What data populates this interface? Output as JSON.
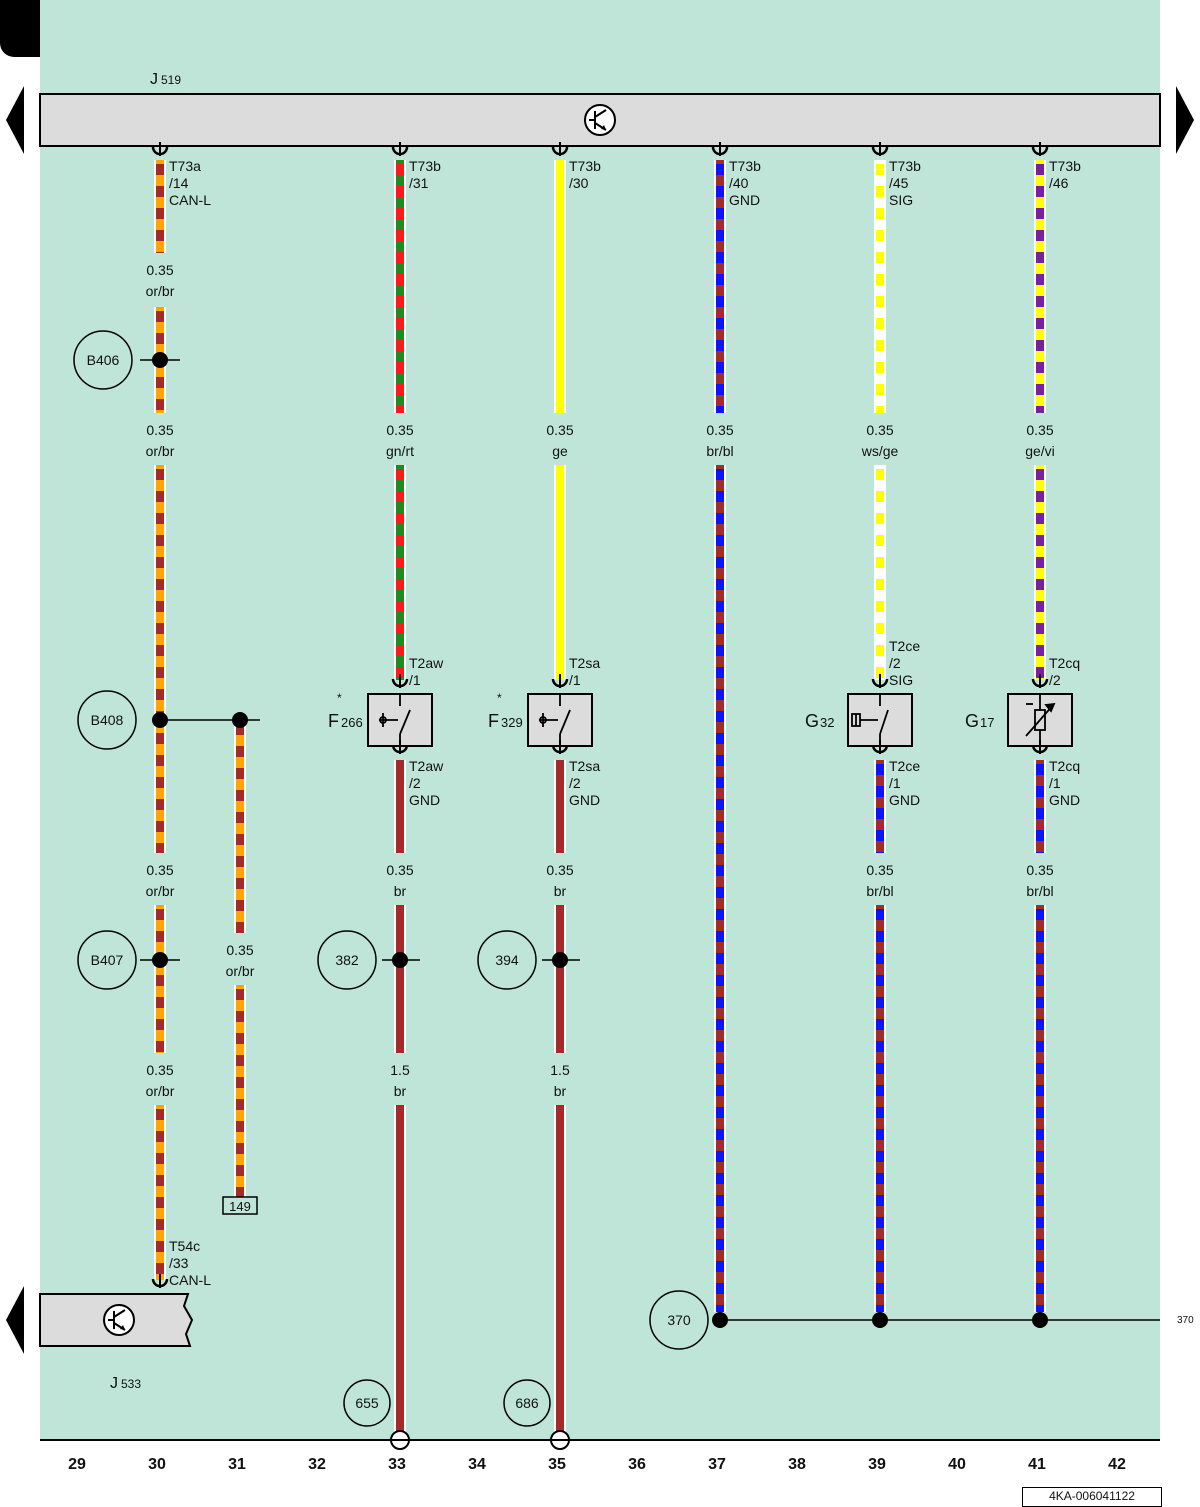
{
  "colors": {
    "background": "#bfe5d8",
    "ecu_fill": "#dcdcdc",
    "or": "#ffa500",
    "br": "#a52a2a",
    "gn": "#1f8a1f",
    "rt": "#ff1a1a",
    "ge": "#ffff00",
    "bl": "#0a14ff",
    "ws": "#ffffff",
    "vi": "#7b1fa2"
  },
  "modules": {
    "j519": {
      "label": "J",
      "sub": "519",
      "icon": "transistor-icon"
    },
    "j533": {
      "label": "J",
      "sub": "533",
      "icon": "transistor-icon"
    }
  },
  "pins": [
    {
      "id": "t73a-14",
      "lines": [
        "T73a",
        "/14",
        "CAN-L"
      ]
    },
    {
      "id": "t73b-31",
      "lines": [
        "T73b",
        "/31"
      ]
    },
    {
      "id": "t73b-30",
      "lines": [
        "T73b",
        "/30"
      ]
    },
    {
      "id": "t73b-40",
      "lines": [
        "T73b",
        "/40",
        "GND"
      ]
    },
    {
      "id": "t73b-45",
      "lines": [
        "T73b",
        "/45",
        "SIG"
      ]
    },
    {
      "id": "t73b-46",
      "lines": [
        "T73b",
        "/46"
      ]
    },
    {
      "id": "t2aw-1",
      "lines": [
        "T2aw",
        "/1"
      ]
    },
    {
      "id": "t2aw-2",
      "lines": [
        "T2aw",
        "/2",
        "GND"
      ]
    },
    {
      "id": "t2sa-1",
      "lines": [
        "T2sa",
        "/1"
      ]
    },
    {
      "id": "t2sa-2",
      "lines": [
        "T2sa",
        "/2",
        "GND"
      ]
    },
    {
      "id": "t2ce-2",
      "lines": [
        "T2ce",
        "/2",
        "SIG"
      ]
    },
    {
      "id": "t2ce-1",
      "lines": [
        "T2ce",
        "/1",
        "GND"
      ]
    },
    {
      "id": "t2cq-2",
      "lines": [
        "T2cq",
        "/2"
      ]
    },
    {
      "id": "t2cq-1",
      "lines": [
        "T2cq",
        "/1",
        "GND"
      ]
    },
    {
      "id": "t54c-33",
      "lines": [
        "T54c",
        "/33",
        "CAN-L"
      ]
    }
  ],
  "wire_labels": [
    {
      "id": "w30a",
      "size": "0.35",
      "color": "or/br"
    },
    {
      "id": "w30b",
      "size": "0.35",
      "color": "or/br"
    },
    {
      "id": "w30c",
      "size": "0.35",
      "color": "or/br"
    },
    {
      "id": "w30d",
      "size": "0.35",
      "color": "or/br"
    },
    {
      "id": "w31",
      "size": "0.35",
      "color": "or/br"
    },
    {
      "id": "w33a",
      "size": "0.35",
      "color": "gn/rt"
    },
    {
      "id": "w33b",
      "size": "0.35",
      "color": "br"
    },
    {
      "id": "w33c",
      "size": "1.5",
      "color": "br"
    },
    {
      "id": "w35a",
      "size": "0.35",
      "color": "ge"
    },
    {
      "id": "w35b",
      "size": "0.35",
      "color": "br"
    },
    {
      "id": "w35c",
      "size": "1.5",
      "color": "br"
    },
    {
      "id": "w37",
      "size": "0.35",
      "color": "br/bl"
    },
    {
      "id": "w39a",
      "size": "0.35",
      "color": "ws/ge"
    },
    {
      "id": "w39b",
      "size": "0.35",
      "color": "br/bl"
    },
    {
      "id": "w41a",
      "size": "0.35",
      "color": "ge/vi"
    },
    {
      "id": "w41b",
      "size": "0.35",
      "color": "br/bl"
    }
  ],
  "components": [
    {
      "id": "f266",
      "label": "F",
      "sub": "266",
      "star": "*",
      "icon": "switch-icon"
    },
    {
      "id": "f329",
      "label": "F",
      "sub": "329",
      "star": "*",
      "icon": "switch-icon"
    },
    {
      "id": "g32",
      "label": "G",
      "sub": "32",
      "icon": "level-sensor-icon"
    },
    {
      "id": "g17",
      "label": "G",
      "sub": "17",
      "icon": "temperature-sensor-icon"
    }
  ],
  "connectors": [
    {
      "id": "b406",
      "label": "B406"
    },
    {
      "id": "b408",
      "label": "B408"
    },
    {
      "id": "b407",
      "label": "B407"
    },
    {
      "id": "c382",
      "label": "382"
    },
    {
      "id": "c394",
      "label": "394"
    },
    {
      "id": "c370",
      "label": "370"
    },
    {
      "id": "c655",
      "label": "655"
    },
    {
      "id": "c686",
      "label": "686"
    }
  ],
  "ref_box": "149",
  "ref_370_right": "370",
  "columns": [
    "29",
    "30",
    "31",
    "32",
    "33",
    "34",
    "35",
    "36",
    "37",
    "38",
    "39",
    "40",
    "41",
    "42"
  ],
  "doc_id": "4KA-006041122"
}
